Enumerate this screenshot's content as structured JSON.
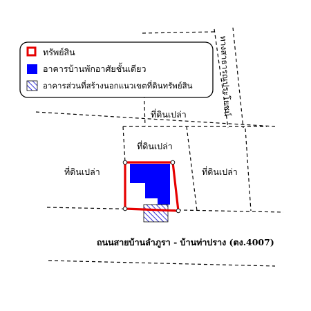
{
  "legend": {
    "items": [
      {
        "label": "ทรัพย์สิน",
        "swatch": "outline-red"
      },
      {
        "label": "อาคารบ้านพักอาศัยชั้นเดียว",
        "swatch": "solid-blue"
      },
      {
        "label": "อาคารส่วนที่สร้างนอกแนวเขตที่ดินทรัพย์สิน",
        "swatch": "hatch-blue"
      }
    ]
  },
  "map": {
    "labels": {
      "vacant_top": "ที่ดินเปล่า",
      "vacant_north": "ที่ดินเปล่า",
      "vacant_west": "ที่ดินเปล่า",
      "vacant_east": "ที่ดินเปล่า",
      "lane": "ทางสาธารณประโยชน์",
      "main_road": "ถนนสายบ้านลำภูรา - บ้านท่าปราง (ตง.4007)"
    }
  },
  "colors": {
    "property_outline": "#e60000",
    "house_fill": "#0000ff",
    "hatch": "#0000cc",
    "line": "#000000",
    "background": "#ffffff"
  }
}
